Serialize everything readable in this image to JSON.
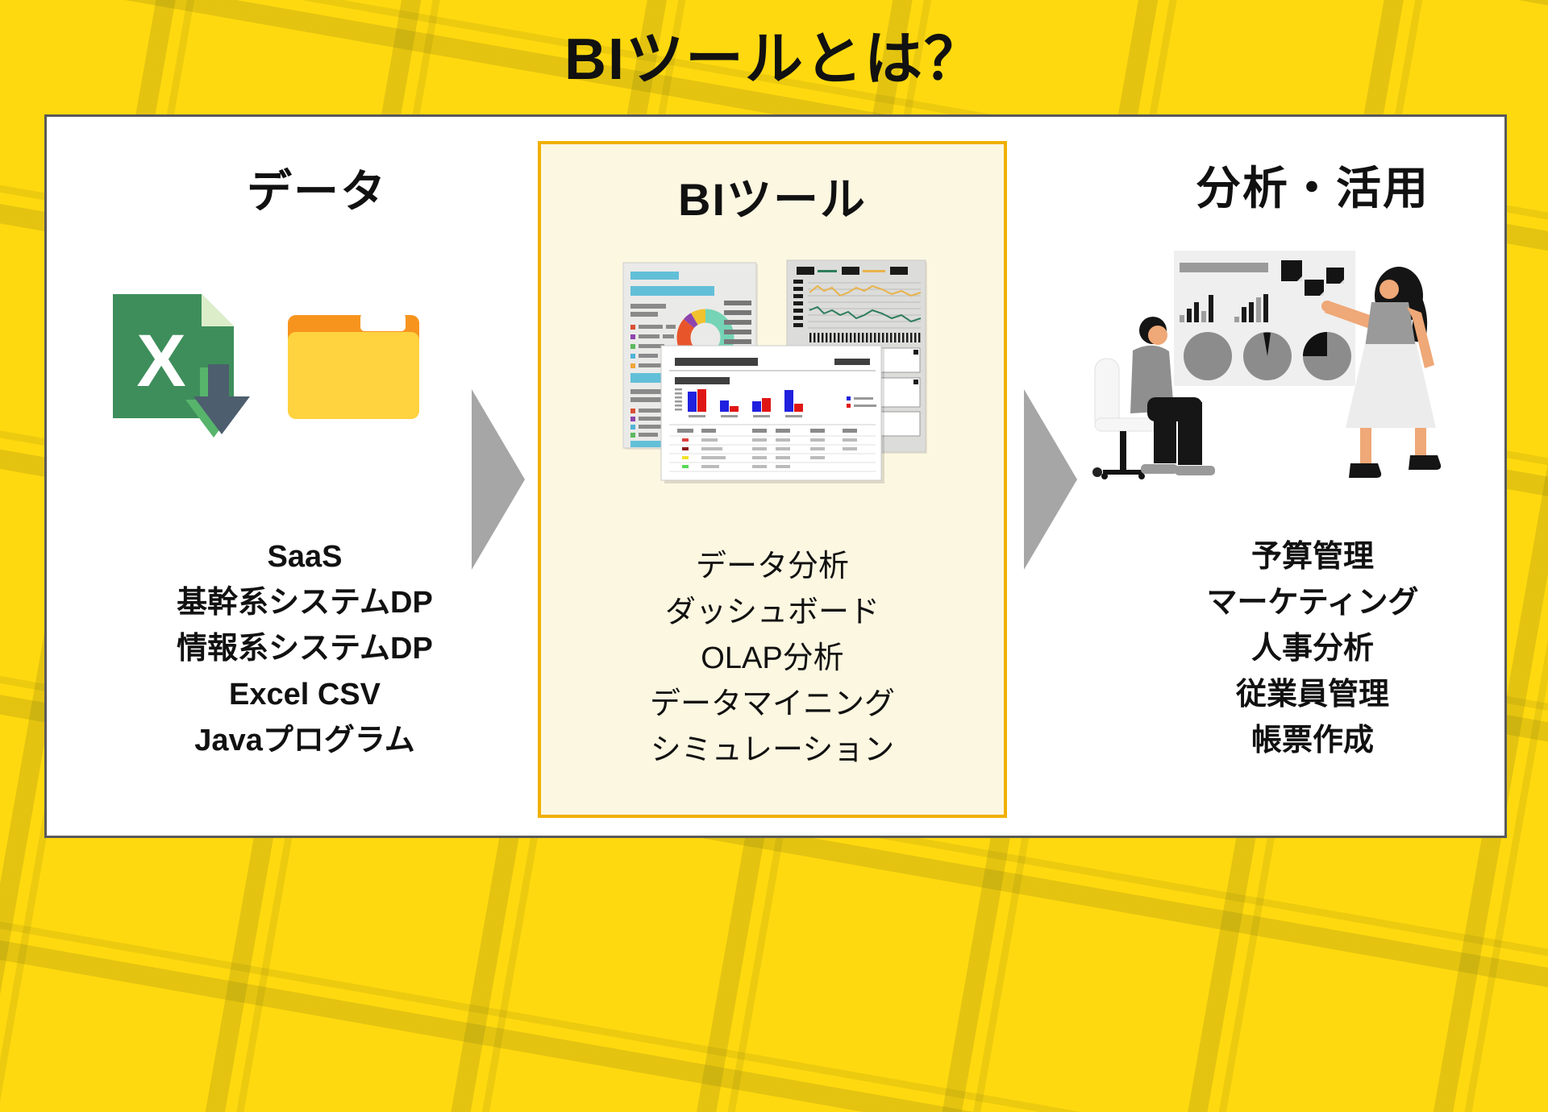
{
  "title": "BIツールとは？",
  "panel": {
    "columns": [
      {
        "id": "data-sources",
        "title": "データ",
        "icons": [
          "excel-download-icon",
          "folder-icon"
        ],
        "items": [
          "SaaS",
          "基幹系システムDP",
          "情報系システムDP",
          "Excel CSV",
          "Javaプログラム"
        ]
      },
      {
        "id": "bi-tool",
        "title": "BIツール",
        "illustration": "bi-dashboard-reports-illustration",
        "items": [
          "データ分析",
          "ダッシュボード",
          "OLAP分析",
          "データマイニング",
          "シミュレーション"
        ]
      },
      {
        "id": "analysis-utilization",
        "title": "分析・活用",
        "illustration": "people-presenting-charts-illustration",
        "items": [
          "予算管理",
          "マーケティング",
          "人事分析",
          "従業員管理",
          "帳票作成"
        ]
      }
    ],
    "arrows": [
      "flow-arrow-right",
      "flow-arrow-right"
    ]
  },
  "colors": {
    "background_yellow": "#FFD90F",
    "pattern_line_olive": "#E6C710",
    "panel_border_gray": "#595959",
    "bi_box_fill": "#FCF7E1",
    "bi_box_border": "#F0B000",
    "arrow_gray": "#A6A6A6",
    "excel_green": "#3E8E5B",
    "excel_fold_green": "#DCEDCA",
    "excel_arrow_slate": "#4D5E6E",
    "folder_yellow": "#FFD23F",
    "folder_orange": "#F7941E",
    "text_black": "#111111"
  }
}
